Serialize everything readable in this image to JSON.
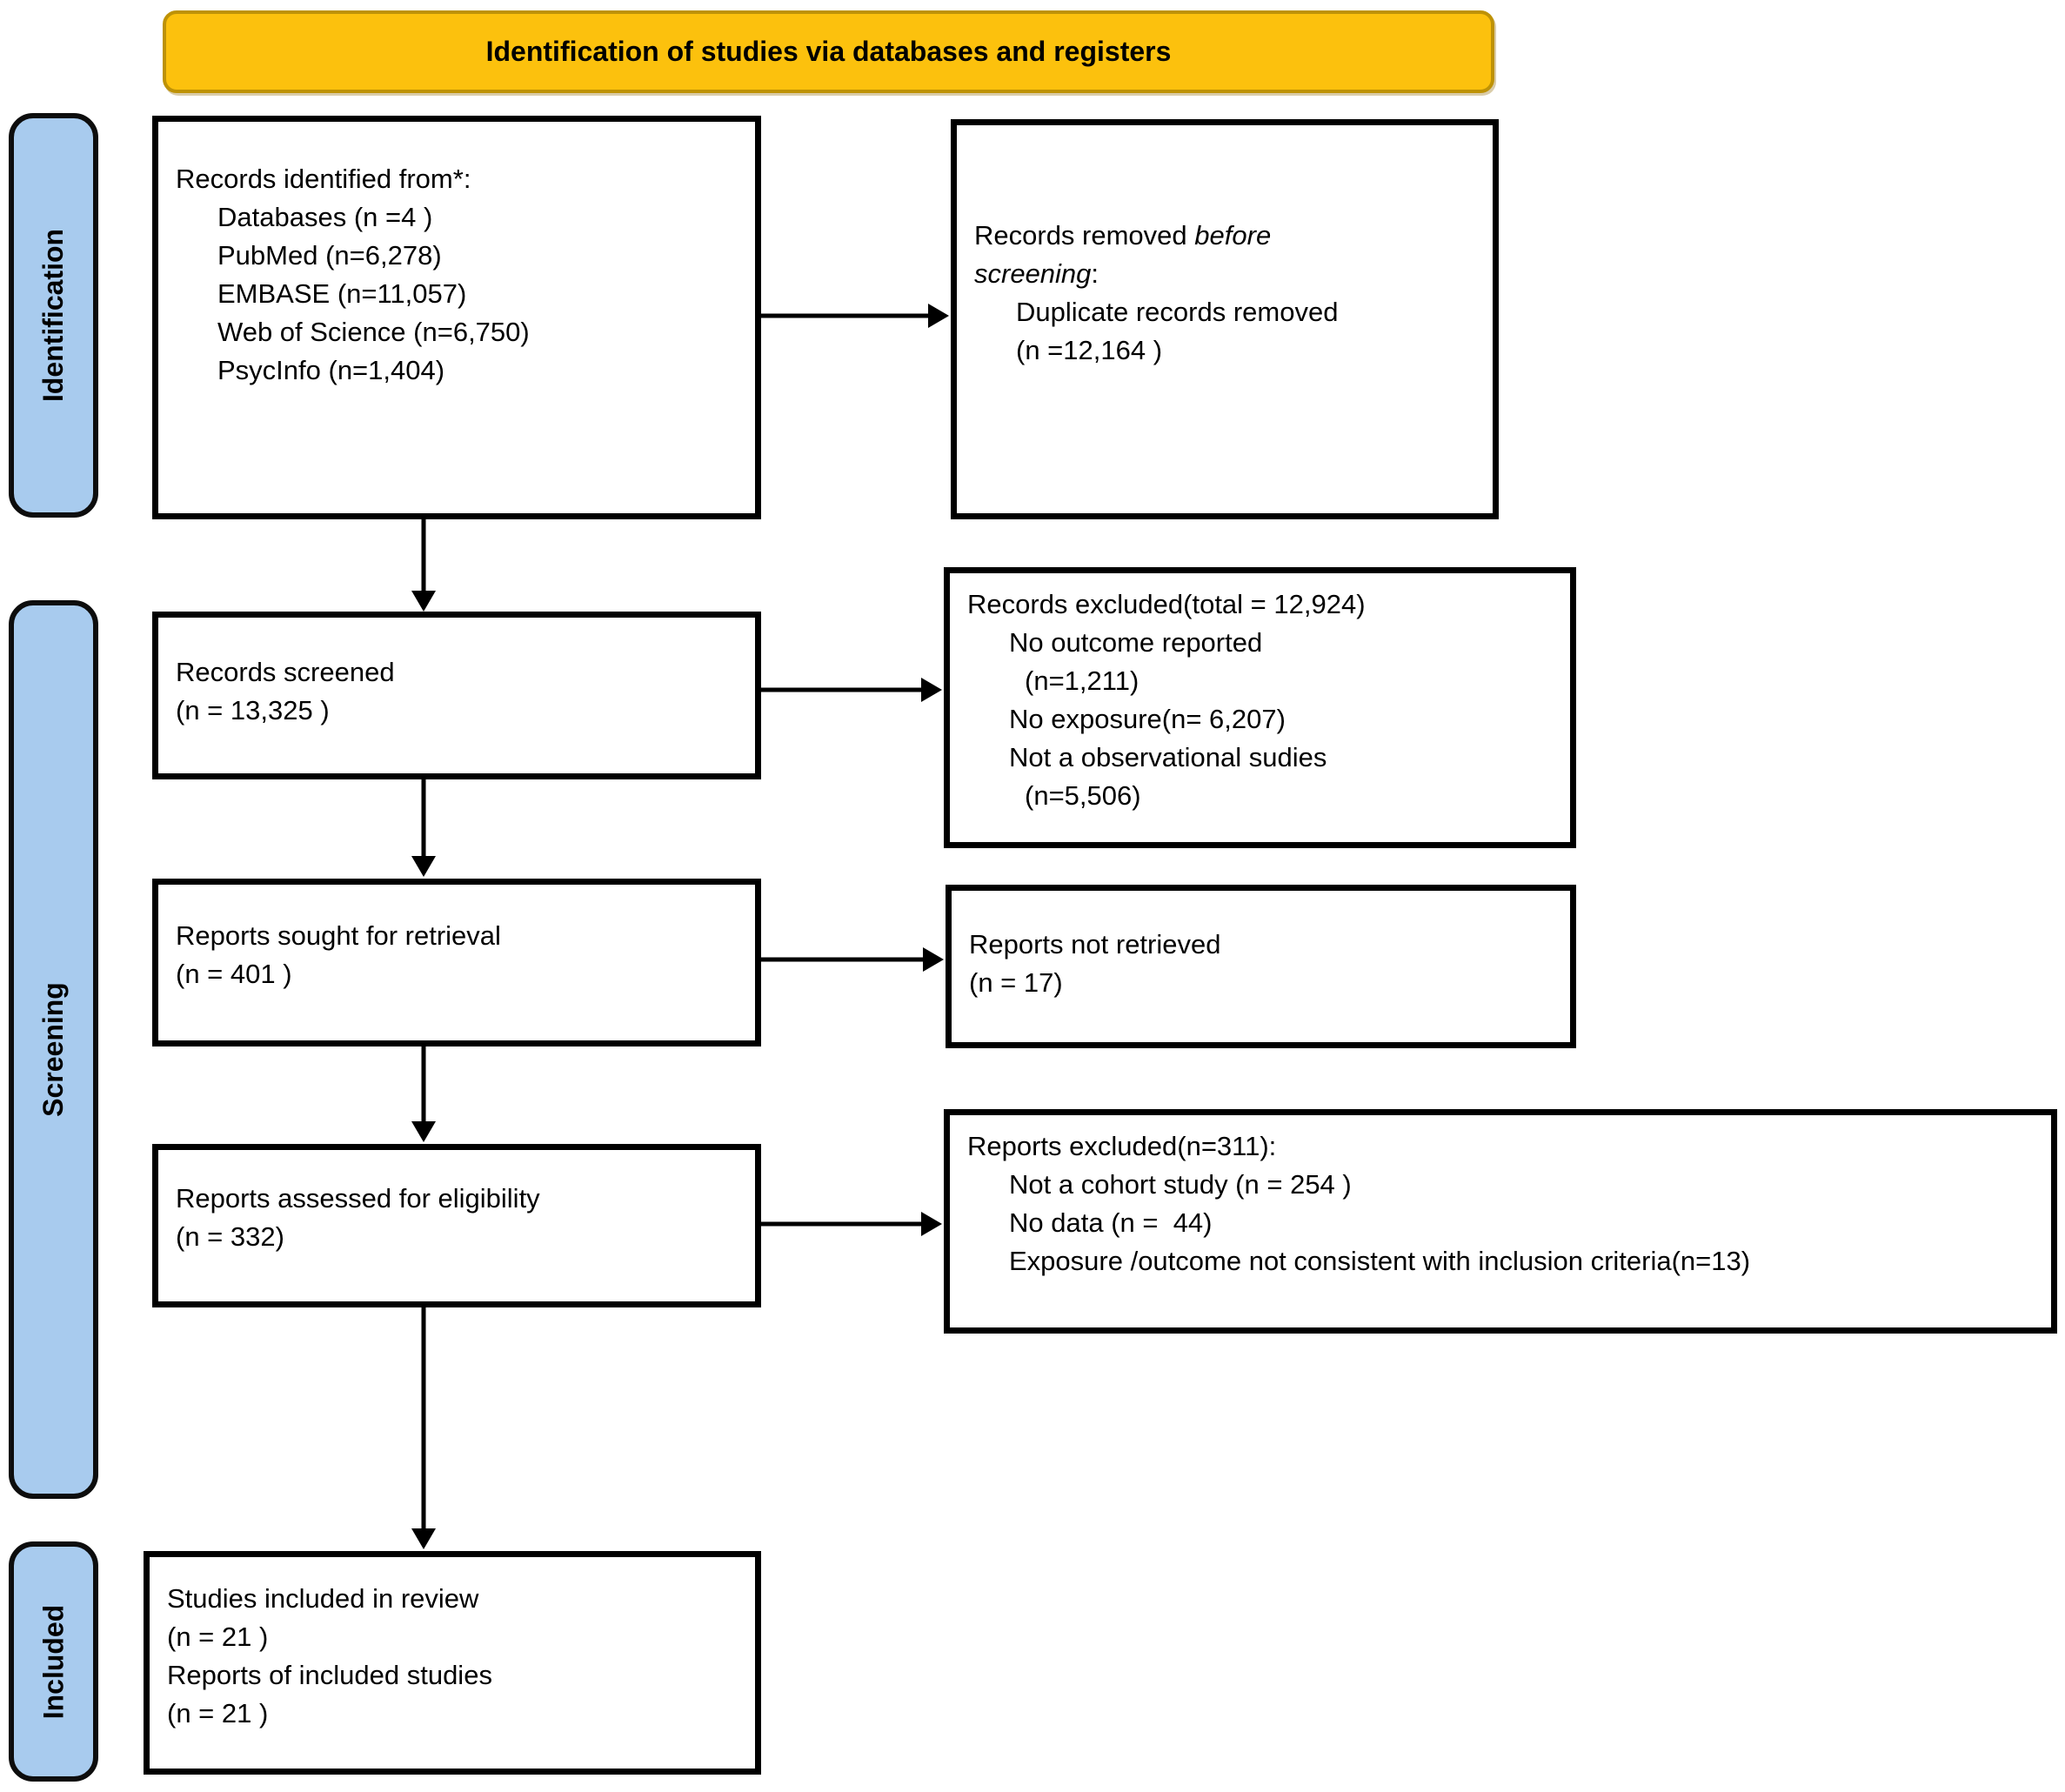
{
  "banner": {
    "label": "Identification of studies via databases and registers"
  },
  "stages": {
    "identification": "Identification",
    "screening": "Screening",
    "included": "Included"
  },
  "boxes": {
    "records_identified": {
      "title": "Records identified from*:",
      "items": [
        "Databases (n =4 )",
        "PubMed (n=6,278)",
        "EMBASE (n=11,057)",
        "Web of Science (n=6,750)",
        "PsycInfo (n=1,404)"
      ]
    },
    "records_removed": {
      "line1_normal": "Records removed ",
      "line1_italic": "before",
      "line2_italic": "screening",
      "line2_normal": ":",
      "items": [
        "Duplicate records removed",
        "(n =12,164 )"
      ]
    },
    "records_screened": {
      "lines": [
        "Records screened",
        "(n = 13,325 )"
      ]
    },
    "records_excluded": {
      "title": "Records excluded(total = 12,924)",
      "items": [
        "No outcome reported",
        "(n=1,211)",
        "No exposure(n= 6,207)",
        "Not a observational sudies",
        "(n=5,506)"
      ]
    },
    "reports_sought": {
      "lines": [
        "Reports sought for retrieval",
        "(n = 401 )"
      ]
    },
    "reports_not_retrieved": {
      "lines": [
        "Reports not retrieved",
        "(n = 17)"
      ]
    },
    "reports_assessed": {
      "lines": [
        "Reports assessed for eligibility",
        "(n = 332)"
      ]
    },
    "reports_excluded": {
      "title": "Reports excluded(n=311):",
      "items": [
        "Not a cohort study (n = 254 )",
        "No data (n =  44)",
        "Exposure /outcome not consistent with inclusion criteria(n=13)"
      ]
    },
    "studies_included": {
      "lines": [
        "Studies included in review",
        "(n = 21 )",
        "Reports of included studies",
        "(n = 21 )"
      ]
    }
  },
  "colors": {
    "banner_fill": "#FCC10D",
    "banner_border": "#BE9206",
    "stage_fill": "#A8CBEE",
    "box_border": "#000000",
    "arrow": "#000000"
  }
}
